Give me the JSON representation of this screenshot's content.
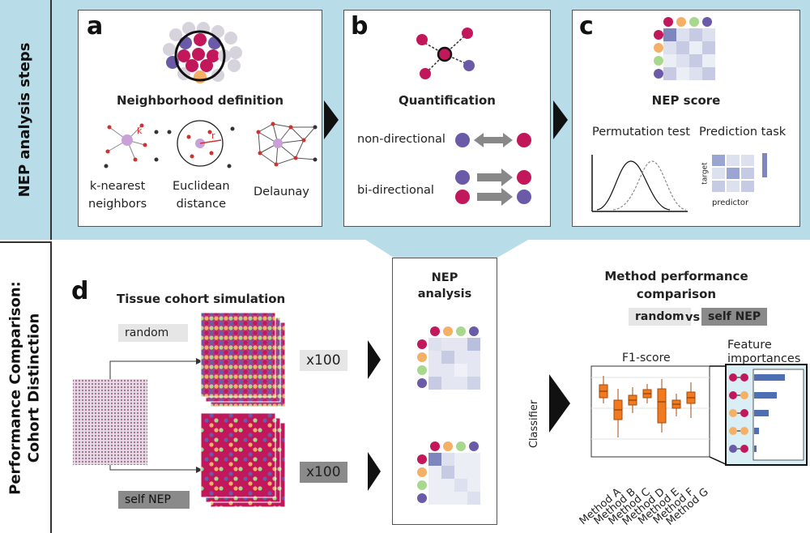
{
  "sidebar": {
    "top_label": "NEP analysis steps",
    "bottom_label_line1": "Performance Comparison:",
    "bottom_label_line2": "Cohort Distinction"
  },
  "panel_a": {
    "letter": "a",
    "title": "Neighborhood definition",
    "knn_line1": "k-nearest",
    "knn_line2": "neighbors",
    "knn_symbol": "k",
    "euclid_line1": "Euclidean",
    "euclid_line2": "distance",
    "euclid_symbol": "r",
    "delaunay": "Delaunay"
  },
  "panel_b": {
    "letter": "b",
    "title": "Quantification",
    "non_directional": "non-directional",
    "bi_directional": "bi-directional"
  },
  "panel_c": {
    "letter": "c",
    "title": "NEP score",
    "permutation": "Permutation test",
    "prediction": "Prediction task",
    "target": "target",
    "predictor": "predictor"
  },
  "panel_d": {
    "letter": "d",
    "title": "Tissue cohort simulation",
    "random": "random",
    "self_nep": "self NEP",
    "times_top": "x100",
    "times_bottom": "x100",
    "nep_analysis_line1": "NEP",
    "nep_analysis_line2": "analysis",
    "method_title_line1": "Method performance",
    "method_title_line2": "comparison",
    "random_tag": "random",
    "vs": "vs",
    "self_tag": "self NEP",
    "classifier": "Classifier",
    "f1": "F1-score",
    "feat_line1": "Feature",
    "feat_line2": "importances",
    "methods": [
      "Method A",
      "Method B",
      "Method C",
      "Method D",
      "Method E",
      "Method F",
      "Method G"
    ]
  },
  "colors": {
    "sidebar": "#b8dde8",
    "magenta": "#c2185b",
    "purple": "#6a5aa8",
    "orange": "#f3b066",
    "green": "#a8d88e",
    "box_orange": "#f07a1c",
    "bar_blue": "#4f6fb3"
  }
}
